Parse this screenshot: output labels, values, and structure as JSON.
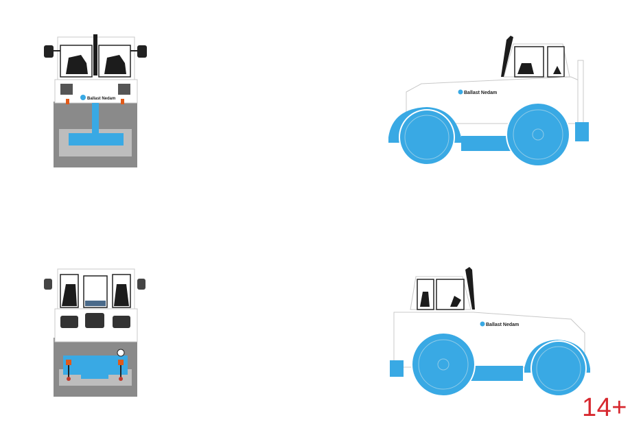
{
  "brand": {
    "name": "Ballast Nedam",
    "color_primary": "#39a9e4",
    "color_body": "#ffffff",
    "color_outline": "#c8c8c8",
    "color_ground": "#8a8a8a",
    "color_ground_light": "#bdbdbd",
    "color_dark": "#1c1c1c"
  },
  "views": {
    "front": {
      "logo_text": "Ballast Nedam"
    },
    "side_right": {
      "logo_text": "Ballast Nedam"
    },
    "rear": {
      "logo_text": ""
    },
    "side_left": {
      "logo_text": "Ballast Nedam"
    }
  },
  "badge": {
    "text": "14+",
    "color": "#d7282f"
  }
}
